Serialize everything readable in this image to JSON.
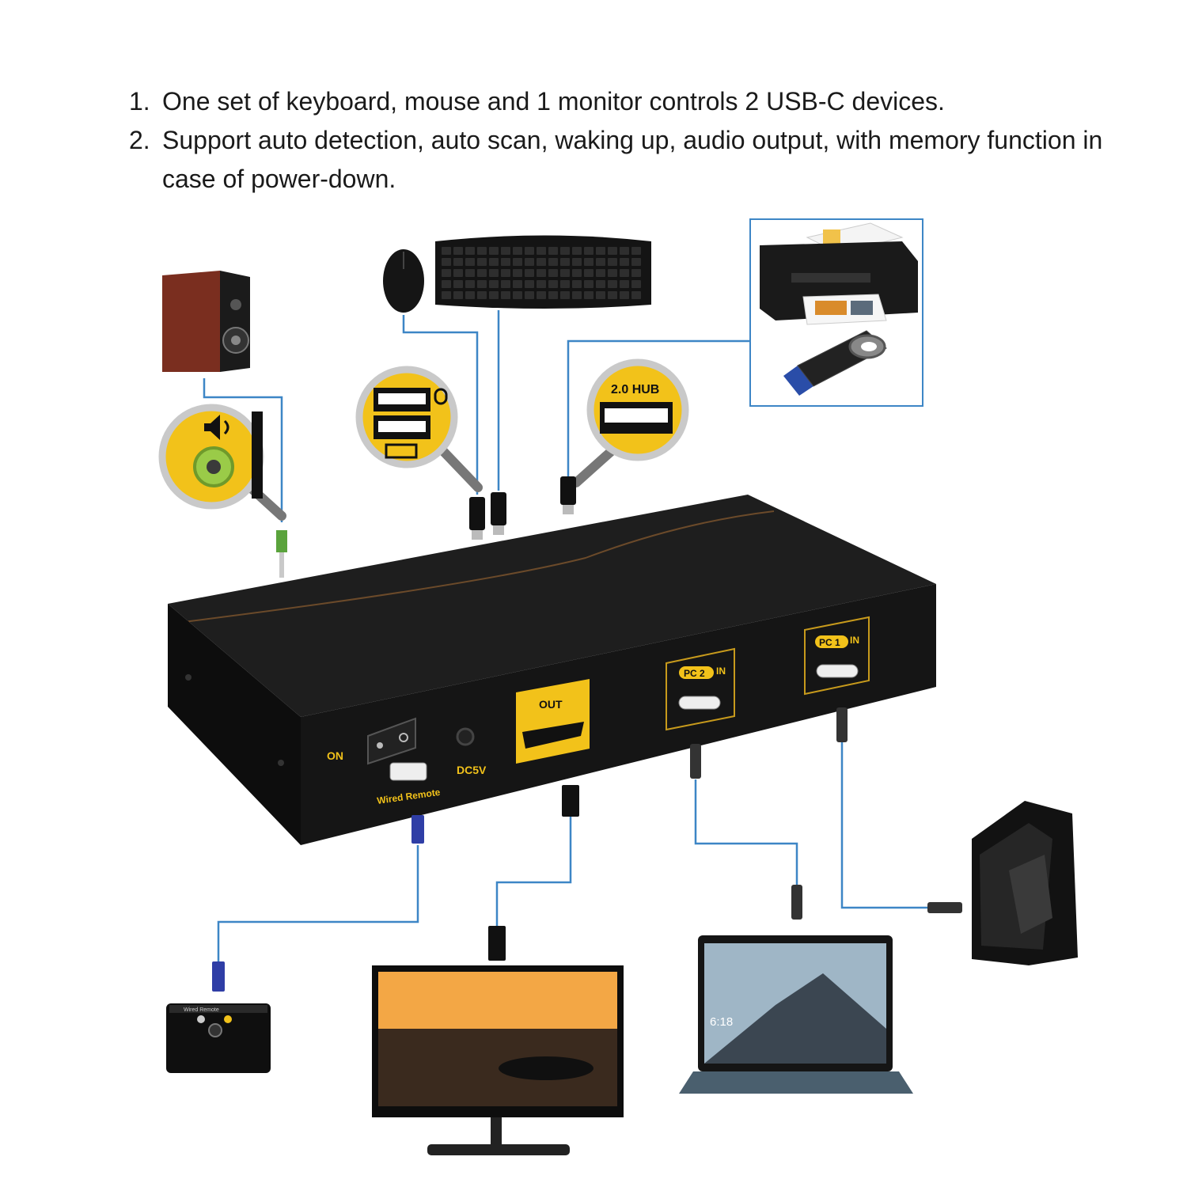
{
  "features": [
    {
      "num": "1.",
      "text": "One set of keyboard, mouse and 1 monitor controls 2 USB-C devices."
    },
    {
      "num": "2.",
      "text": "Support auto detection, auto scan, waking up, audio output, with memory function in case of power-down."
    }
  ],
  "device": {
    "on_label": "ON",
    "dc_label": "DC5V",
    "remote_port_label": "Wired Remote",
    "out_label": "OUT",
    "pc2_tag": "PC 2",
    "pc2_suffix": "IN",
    "pc1_tag": "PC 1",
    "pc1_suffix": "IN"
  },
  "hub_label": "2.0 HUB",
  "laptop_time": "6:18",
  "remote_label": "Wired Remote",
  "colors": {
    "accent": "#f2c21a",
    "device_body": "#111111",
    "cable": "#3d86c6",
    "text": "#1a1a1a"
  },
  "icons": [
    "speaker-icon",
    "mouse-icon",
    "keyboard-icon",
    "printer-icon",
    "usb-drive-icon",
    "desktop-pc-icon",
    "laptop-icon",
    "monitor-icon",
    "remote-icon"
  ]
}
